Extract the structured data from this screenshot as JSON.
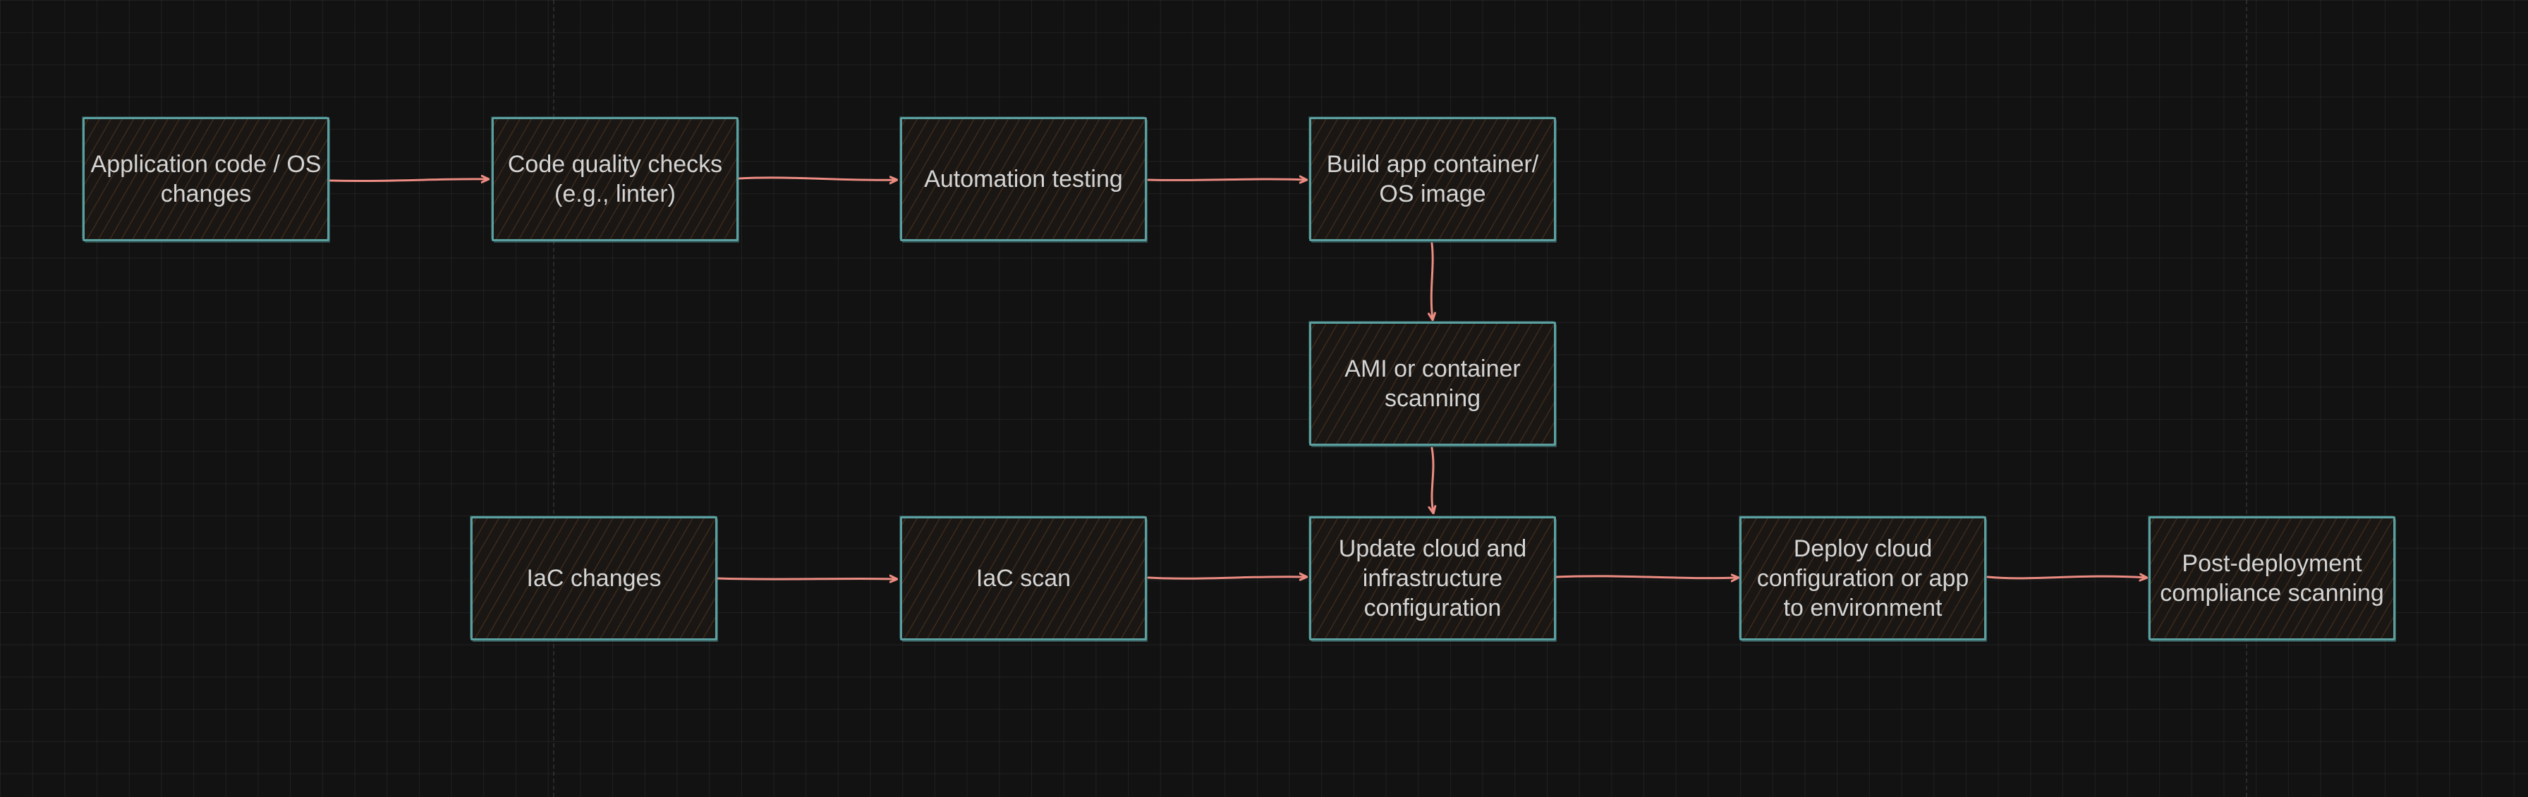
{
  "diagram": {
    "nodes": {
      "app_code": "Application code / OS\nchanges",
      "code_quality": "Code quality checks\n(e.g., linter)",
      "automation_testing": "Automation testing",
      "build_image": "Build app container/\nOS image",
      "ami_scanning": "AMI or container\nscanning",
      "iac_changes": "IaC changes",
      "iac_scan": "IaC scan",
      "update_config": "Update cloud and\ninfrastructure\nconfiguration",
      "deploy": "Deploy cloud\nconfiguration or app\nto environment",
      "post_deploy": "Post-deployment\ncompliance scanning"
    },
    "edges": [
      [
        "app_code",
        "code_quality"
      ],
      [
        "code_quality",
        "automation_testing"
      ],
      [
        "automation_testing",
        "build_image"
      ],
      [
        "build_image",
        "ami_scanning"
      ],
      [
        "ami_scanning",
        "update_config"
      ],
      [
        "iac_changes",
        "iac_scan"
      ],
      [
        "iac_scan",
        "update_config"
      ],
      [
        "update_config",
        "deploy"
      ],
      [
        "deploy",
        "post_deploy"
      ]
    ],
    "colors": {
      "background": "#121212",
      "node_border": "#5aa0a0",
      "node_hatch": "#965f37",
      "arrow": "#ec8c82",
      "text": "#d4d4d4"
    }
  }
}
